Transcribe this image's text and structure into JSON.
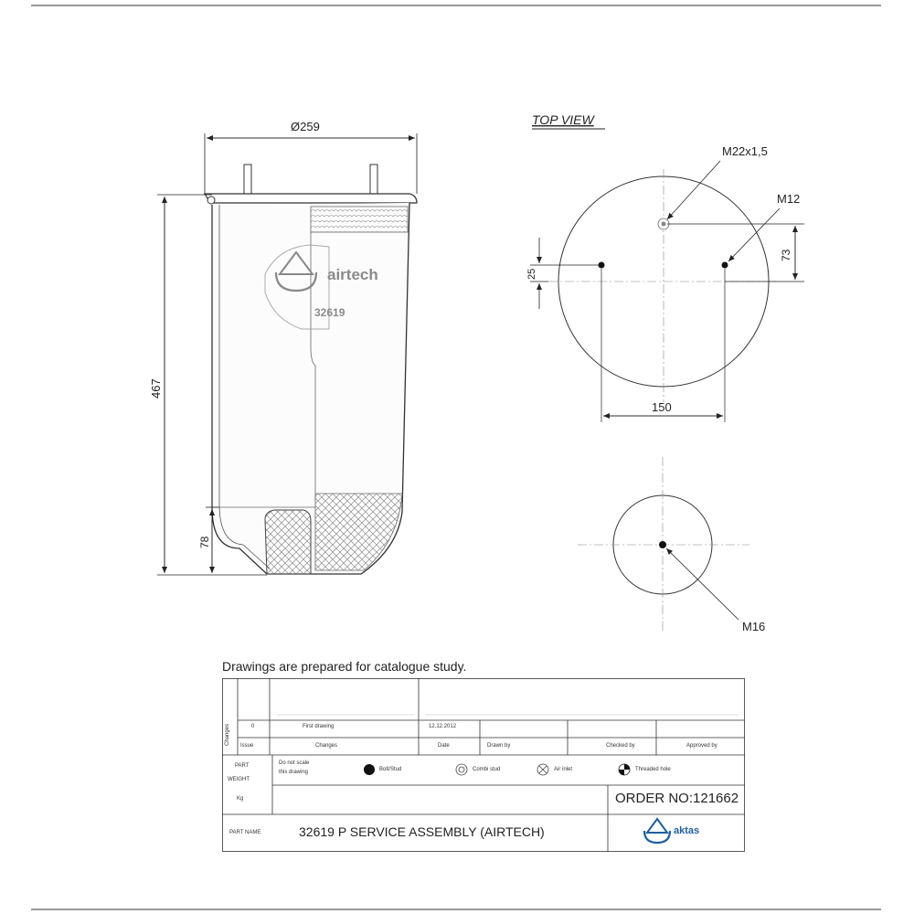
{
  "drawing": {
    "top_view_title": "TOP VIEW",
    "diameter_label": "Ø259",
    "height_label": "467",
    "lower_height_label": "78",
    "top_thread_label": "M22x1,5",
    "top_bolt_label": "M12",
    "offset_left_label": "25",
    "offset_right_label": "73",
    "bolt_spacing_label": "150",
    "bottom_bolt_label": "M16",
    "brand_text": "airtech",
    "part_code": "32619"
  },
  "note": "Drawings are  prepared for  catalogue study.",
  "title_block": {
    "changes_vertical": "Changes",
    "revision": "0",
    "first_drawing": "First drawing",
    "first_date": "12.12.2012",
    "header_issue": "Issue",
    "header_changes": "Changes",
    "header_date": "Date",
    "header_drawn": "Drawn by",
    "header_checked": "Checked by",
    "header_approved": "Approved by",
    "part_label": "PART",
    "weight_label": "WEIGHT",
    "weight_unit": "Kg",
    "scale_note_1": "Do not scale",
    "scale_note_2": "this drawing",
    "legend_bolt": "Bolt/Stud",
    "legend_combi": "Combi stud",
    "legend_air": "Air inlet",
    "legend_threaded": "Threaded hole",
    "order_no": "ORDER NO:121662",
    "part_name_label": "PART NAME",
    "part_name": "32619 P SERVICE ASSEMBLY (AIRTECH)",
    "logo_text": "aktas"
  }
}
